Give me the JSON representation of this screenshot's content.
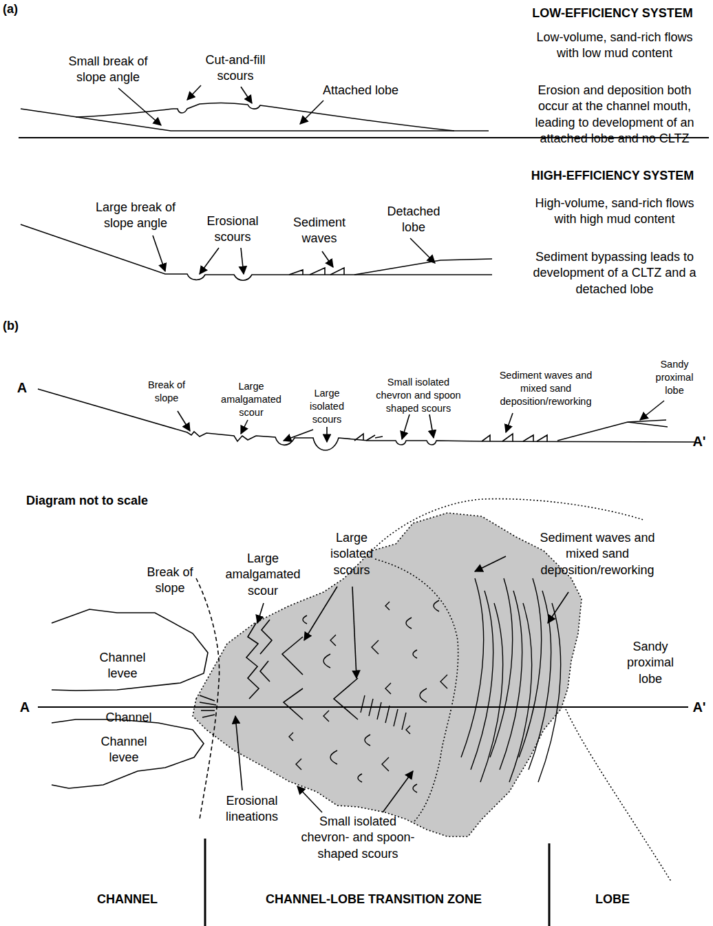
{
  "diagram": {
    "labels": [
      "(a)",
      "LOW-EFFICIENCY SYSTEM",
      "Low-volume, sand-rich flows with low mud content",
      "Erosion and deposition both occur at the channel mouth, leading to development of an attached lobe and no CLTZ",
      "Small break of slope angle",
      "Cut-and-fill scours",
      "Attached lobe",
      "HIGH-EFFICIENCY SYSTEM",
      "High-volume, sand-rich flows with high mud content",
      "Sediment bypassing leads to development of a CLTZ and a detached lobe",
      "Large break of slope angle",
      "Erosional scours",
      "Sediment waves",
      "Detached lobe",
      "(b)",
      "A",
      "Break of slope",
      "Large amalgamated scour",
      "Large isolated scours",
      "Small isolated chevron and spoon shaped scours",
      "Sediment waves and mixed sand deposition/reworking",
      "Sandy proximal lobe",
      "A'",
      "Diagram not to scale",
      "Break of slope",
      "Large amalgamated scour",
      "Large isolated scours",
      "Sediment waves and mixed sand deposition/reworking",
      "Channel levee",
      "Sandy proximal lobe",
      "A",
      "A'",
      "Channel",
      "Channel levee",
      "Erosional lineations",
      "Small isolated chevron- and spoon-shaped scours",
      "CHANNEL",
      "CHANNEL-LOBE TRANSITION ZONE",
      "LOBE"
    ]
  }
}
